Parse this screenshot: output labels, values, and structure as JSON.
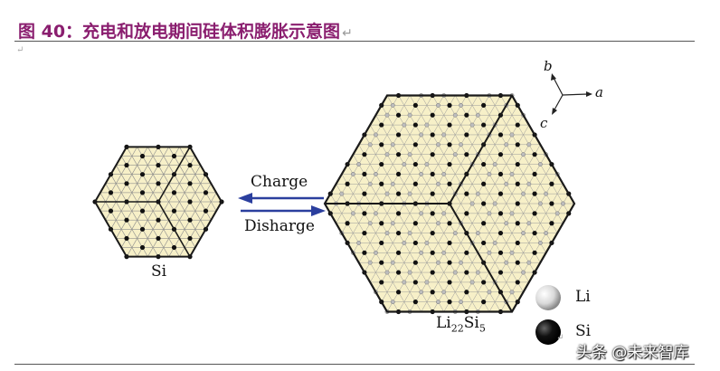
{
  "title": {
    "text": "图 40：充电和放电期间硅体积膨胀示意图",
    "return_mark": "↵"
  },
  "paragraph_mark": "↵",
  "figure": {
    "si_label": "Si",
    "li22si5_label": {
      "base1": "Li",
      "sub1": "22",
      "base2": "Si",
      "sub2": "5"
    },
    "charge_label": "Charge",
    "discharge_label": "Disharge",
    "axes": {
      "a": "a",
      "b": "b",
      "c": "c"
    },
    "legend": [
      {
        "label": "Li",
        "color": "#e8e8e8"
      },
      {
        "label": "Si",
        "color": "#000000"
      }
    ],
    "colors": {
      "arrow": "#2b3f9e",
      "lattice_fill": "#f7f0c8",
      "lattice_line": "#8b8b8b",
      "edge": "#1a1a1a",
      "title": "#8a1e6f"
    }
  },
  "watermark": "头条 @未来智库"
}
